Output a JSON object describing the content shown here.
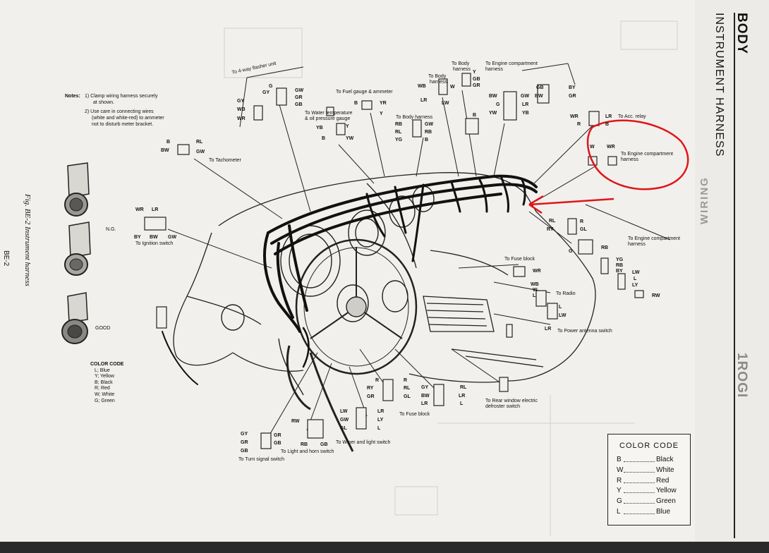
{
  "header": {
    "section": "BODY",
    "section_tail": "1ROGI",
    "subtitle": "INSTRUMENT HARNESS",
    "wiring_mirror": "WIRING",
    "page_number": "BE-2",
    "fig_caption": "Fig. BE-2 Instrument harness"
  },
  "notes": {
    "heading": "Notes:",
    "line1": "1) Clamp wiring harness securely",
    "line1b": "at shown.",
    "line2": "2) Use care in connecting wires",
    "line2b": "(white and white-red) to ammeter",
    "line2c": "not to disturb meter bracket."
  },
  "clamp_labels": {
    "ng": "N.G.",
    "good": "GOOD"
  },
  "small_color_code": {
    "title": "COLOR CODE",
    "rows": [
      "L; Blue",
      "Y; Yellow",
      "B; Black",
      "R; Red",
      "W; White",
      "G; Green"
    ]
  },
  "color_code": {
    "title": "COLOR CODE",
    "rows": [
      {
        "k": "B",
        "v": "Black"
      },
      {
        "k": "W",
        "v": "White"
      },
      {
        "k": "R",
        "v": "Red"
      },
      {
        "k": "Y",
        "v": "Yellow"
      },
      {
        "k": "G",
        "v": "Green"
      },
      {
        "k": "L",
        "v": "Blue"
      }
    ]
  },
  "callouts": {
    "flasher": "To 4-way flasher unit",
    "fuel": "To Fuel gauge & ammeter",
    "water": "To Water temperature",
    "water2": "& oil pressure gauge",
    "body1": "To Body",
    "body1b": "harness",
    "body2": "To Body",
    "body2b": "harness",
    "body3": "To Body harness",
    "engine1": "To Engine compartment",
    "engine1b": "harness",
    "acc": "To Acc. relay",
    "engine2": "To Engine compartment",
    "engine2b": "harness",
    "tach": "To Tachometer",
    "ignition": "To Ignition switch",
    "engine3": "To Engine compartment",
    "engine3b": "harness",
    "fuse1": "To Fuse block",
    "radio": "To Radio",
    "antenna": "To Power antenna switch",
    "rear_window": "To Rear window electric",
    "rear_window2": "defroster switch",
    "fuse2": "To Fuse block",
    "wiper": "To Wiper and light switch",
    "light_horn": "To Light and horn switch",
    "turn": "To Turn signal switch"
  },
  "wire_codes": {
    "fl1": "G",
    "fl2": "GW",
    "fl3": "GY",
    "fl4": "GR",
    "fl5": "GB",
    "fl6": "GY",
    "fl7": "WB",
    "fl8": "WR",
    "fu1": "B",
    "fu2": "YR",
    "wt1": "Y",
    "wt2": "YB",
    "wt3": "Y",
    "wt4": "B",
    "wt5": "YW",
    "b1a": "Y",
    "b1b": "GB",
    "b1c": "GR",
    "b2a": "WB",
    "b2b": "W",
    "b2c": "LR",
    "b2d": "LW",
    "b3a": "RB",
    "b3b": "GW",
    "b3c": "RL",
    "b3d": "RB",
    "b3e": "YG",
    "b3f": "B",
    "b3g": "B",
    "e1a": "BW",
    "e1b": "G",
    "e1c": "YW",
    "e1d": "GW",
    "e1e": "LR",
    "e1f": "YB",
    "e1g": "GB",
    "e1h": "BW",
    "e1i": "BY",
    "e1j": "GR",
    "acc1": "WR",
    "acc2": "LR",
    "acc3": "R",
    "acc4": "B",
    "e2a": "W",
    "e2b": "WR",
    "t1": "B",
    "t2": "RL",
    "t3": "BW",
    "t4": "GW",
    "ig1": "WR",
    "ig2": "LR",
    "ig3": "BY",
    "ig4": "BW",
    "ig5": "GW",
    "e3a": "RL",
    "e3b": "RY",
    "e3c": "R",
    "e3d": "GL",
    "e3e": "G",
    "e3f": "RB",
    "e3g": "YG",
    "e3h": "RB",
    "e3i": "BY",
    "e3j": "LW",
    "e3k": "L",
    "e3l": "LY",
    "e3m": "RW",
    "fb1": "WR",
    "r1": "WB",
    "r2": "W",
    "r3": "L",
    "r4": "L",
    "r5": "LW",
    "r6": "LR",
    "c1a": "R",
    "c1b": "R",
    "c1c": "RY",
    "c1d": "RL",
    "c1e": "GR",
    "c1f": "GL",
    "c2a": "GY",
    "c2b": "RL",
    "c2c": "BW",
    "c2d": "LR",
    "c2e": "LR",
    "c2f": "L",
    "w1": "LW",
    "w2": "LR",
    "w3": "GW",
    "w4": "LY",
    "w5": "GL",
    "w6": "L",
    "lh1": "RW",
    "lh2": "RB",
    "lh3": "GB",
    "ts1": "GY",
    "ts2": "GR",
    "ts3": "GR",
    "ts4": "GB",
    "ts5": "GB"
  }
}
